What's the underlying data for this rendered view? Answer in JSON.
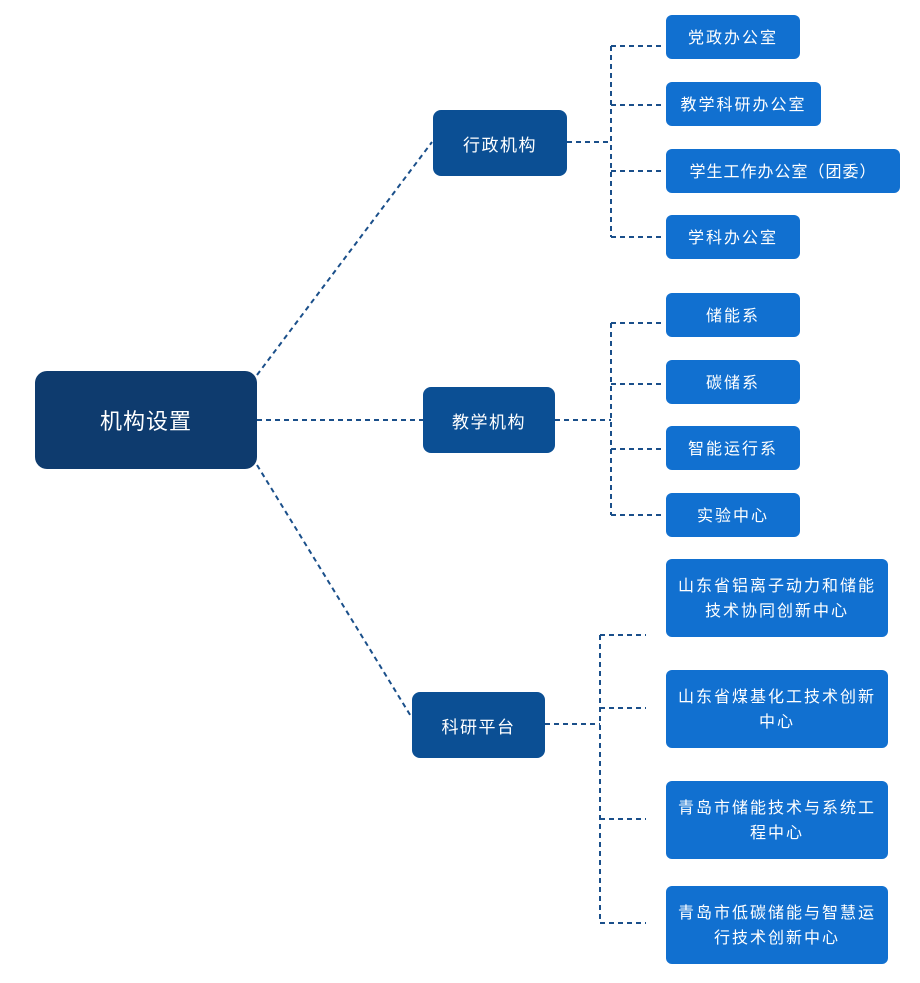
{
  "root": {
    "label": "机构设置"
  },
  "branches": [
    {
      "label": "行政机构",
      "children": [
        "党政办公室",
        "教学科研办公室",
        "学生工作办公室（团委）",
        "学科办公室"
      ]
    },
    {
      "label": "教学机构",
      "children": [
        "储能系",
        "碳储系",
        "智能运行系",
        "实验中心"
      ]
    },
    {
      "label": "科研平台",
      "children": [
        "山东省铝离子动力和储能技术协同创新中心",
        "山东省煤基化工技术创新中心",
        "青岛市储能技术与系统工程中心",
        "青岛市低碳储能与智慧运行技术创新中心"
      ]
    }
  ],
  "colors": {
    "root": "#0e3b6e",
    "branch": "#0b4f94",
    "leaf": "#1170d0",
    "connector": "#1a4f8a"
  }
}
